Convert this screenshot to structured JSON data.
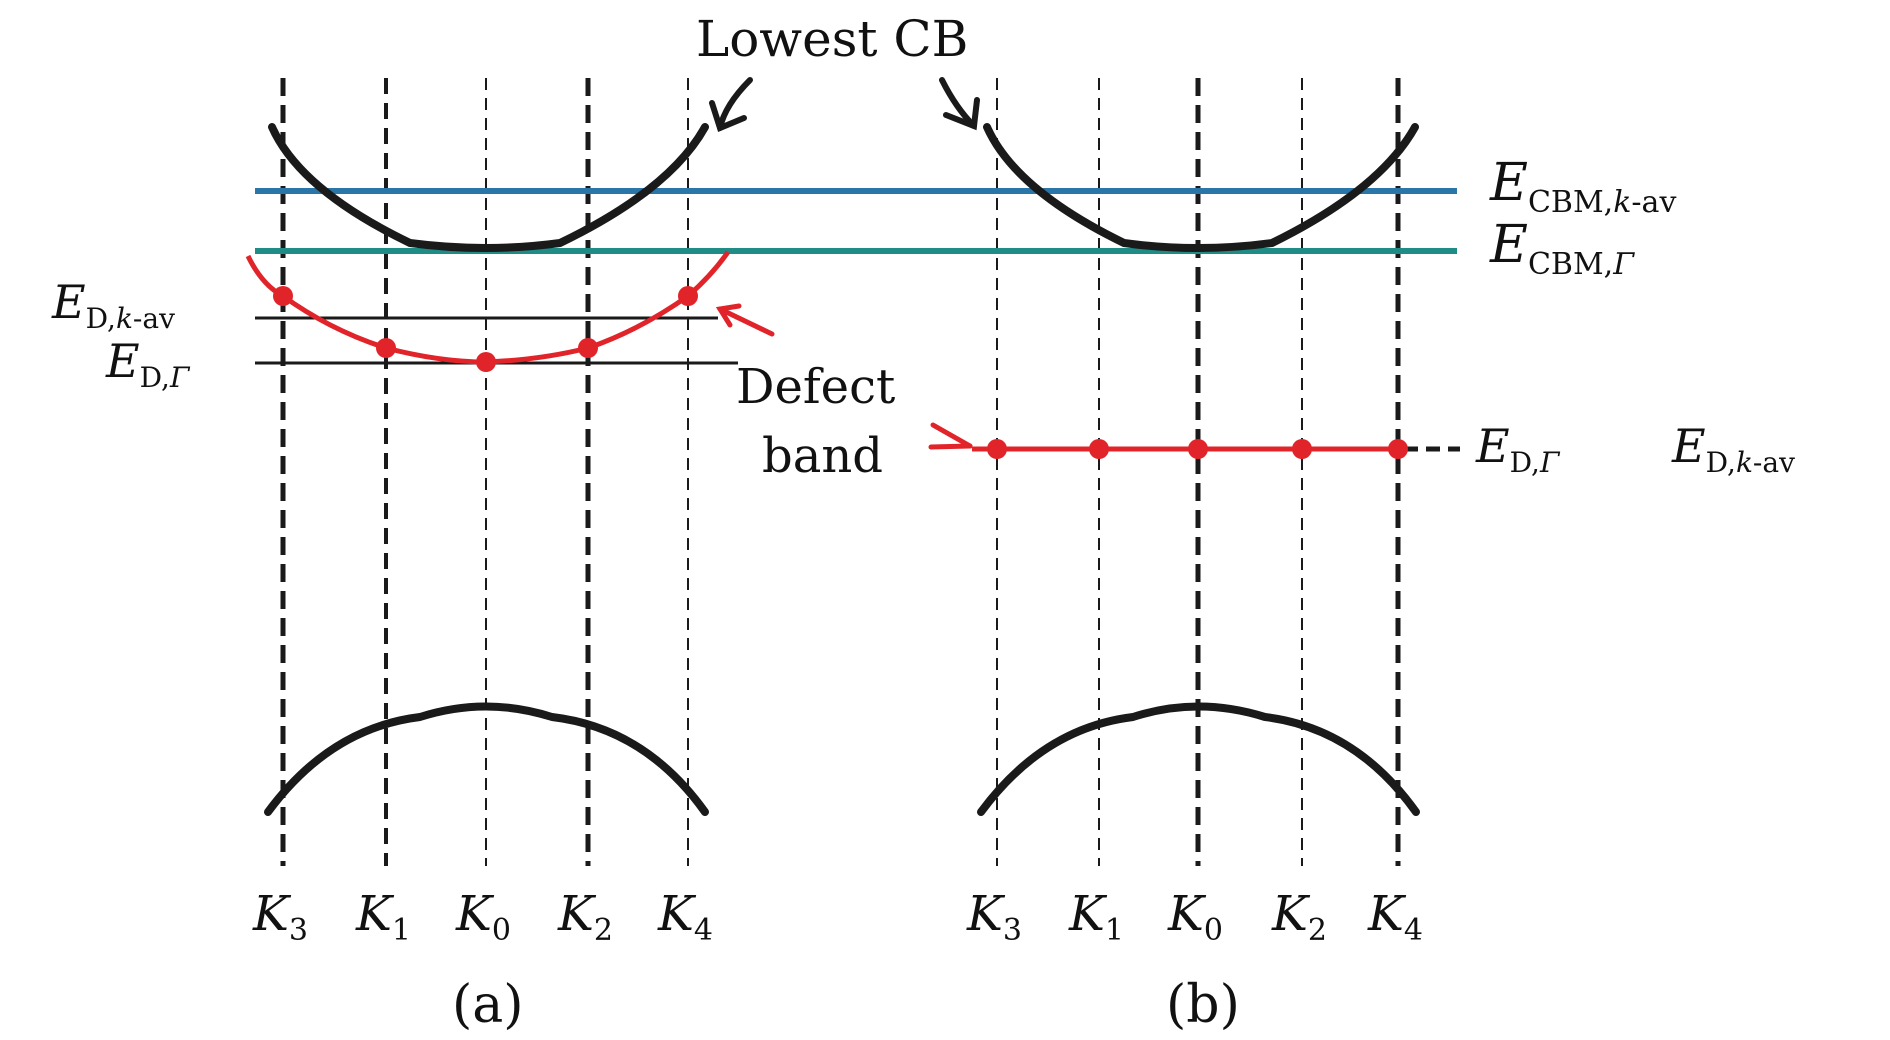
{
  "top_label": "Lowest CB",
  "colors": {
    "black": "#1a1a1a",
    "red": "#e0242a",
    "blue": "#2a76a8",
    "teal": "#1f8c86"
  },
  "levels": {
    "cbm_kav": {
      "E": "E",
      "sub": "CBM,",
      "subk": "k",
      "tail": "-av"
    },
    "cbm_gamma": {
      "E": "E",
      "sub": "CBM,",
      "subg": "Γ"
    },
    "d_kav": {
      "E": "E",
      "sub": "D,",
      "subk": "k",
      "tail": "-av"
    },
    "d_gamma": {
      "E": "E",
      "sub": "D,",
      "subg": "Γ"
    }
  },
  "defect_label_line1": "Defect",
  "defect_label_line2": "band",
  "panel_a": {
    "caption": "(a)",
    "kpoints": [
      {
        "k": "K",
        "i": "3"
      },
      {
        "k": "K",
        "i": "1"
      },
      {
        "k": "K",
        "i": "0"
      },
      {
        "k": "K",
        "i": "2"
      },
      {
        "k": "K",
        "i": "4"
      }
    ]
  },
  "panel_b": {
    "caption": "(b)",
    "kpoints": [
      {
        "k": "K",
        "i": "3"
      },
      {
        "k": "K",
        "i": "1"
      },
      {
        "k": "K",
        "i": "0"
      },
      {
        "k": "K",
        "i": "2"
      },
      {
        "k": "K",
        "i": "4"
      }
    ]
  }
}
